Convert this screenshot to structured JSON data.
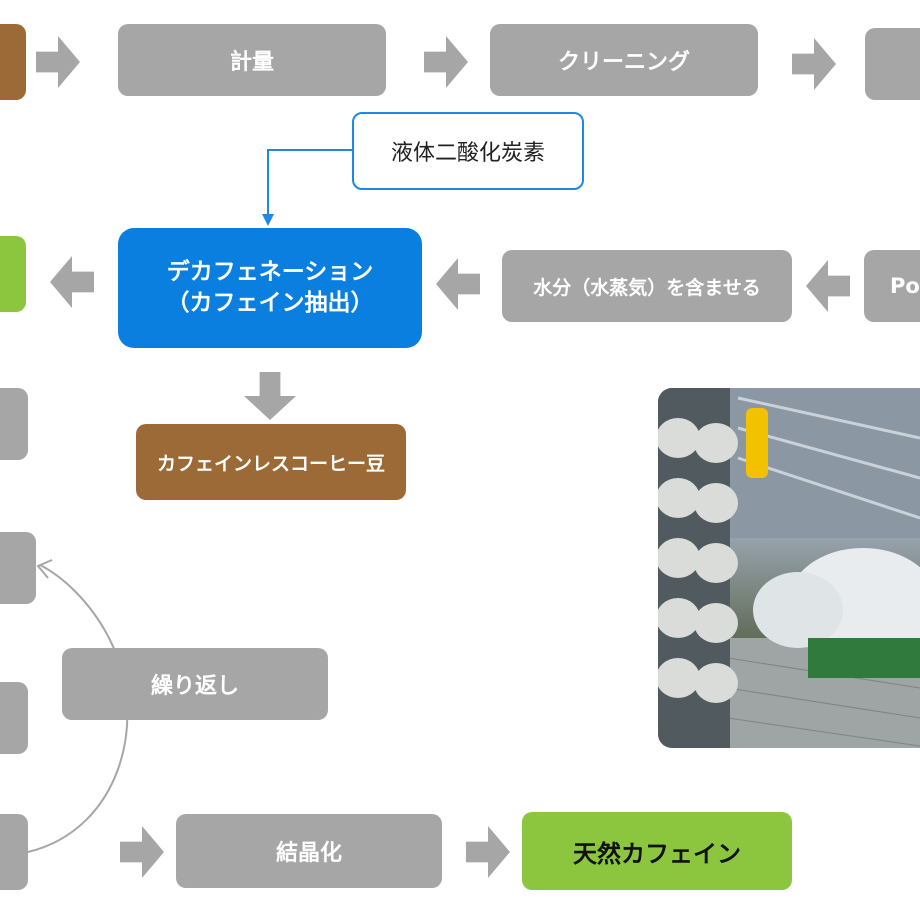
{
  "diagram": {
    "nodes": {
      "keiryo": "計量",
      "cleaning": "クリーニング",
      "co2": "液体二酸化炭素",
      "decaf_line1": "デカフェネーション",
      "decaf_line2": "（カフェイン抽出）",
      "moisture": "水分（水蒸気）を含ませる",
      "partial_right": "Po",
      "beans": "カフェインレスコーヒー豆",
      "repeat": "繰り返し",
      "crystallize": "結晶化",
      "natural_caffeine": "天然カフェイン"
    },
    "colors": {
      "gray": "#a6a6a6",
      "brown": "#9c6a36",
      "green": "#8cc63f",
      "blue": "#0a7fe0",
      "outline": "#1e88e5"
    }
  }
}
